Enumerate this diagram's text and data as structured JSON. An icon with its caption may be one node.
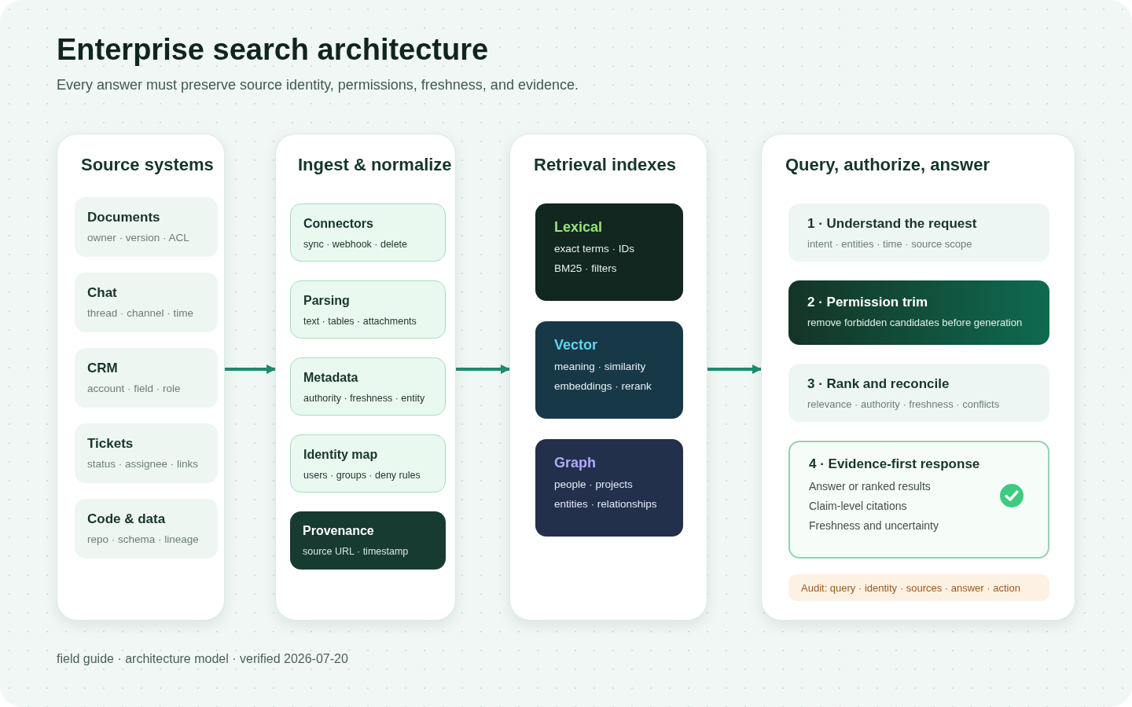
{
  "diagram": {
    "title": "Enterprise search architecture",
    "nodes": [
      {
        "text": [
          "Source systems"
        ]
      },
      {
        "text": [
          "Documents",
          "owner · version · ACL"
        ],
        "in": 0
      },
      {
        "text": [
          "Chat",
          "thread · channel · time"
        ],
        "in": 0
      },
      {
        "text": [
          "CRM",
          "account · field · role"
        ],
        "in": 0
      },
      {
        "text": [
          "Tickets",
          "status · assignee · links"
        ],
        "in": 0
      },
      {
        "text": [
          "Code & data",
          "repo · schema · lineage"
        ],
        "in": 0
      },
      {
        "text": [
          "Ingest & normalize"
        ]
      },
      {
        "text": [
          "Connectors",
          "sync · webhook · delete"
        ],
        "in": 6
      },
      {
        "text": [
          "Parsing",
          "text · tables · attachments"
        ],
        "in": 6
      },
      {
        "text": [
          "Metadata",
          "authority · freshness · entity"
        ],
        "in": 6
      },
      {
        "text": [
          "Identity map",
          "users · groups · deny rules"
        ],
        "in": 6
      },
      {
        "text": [
          "Provenance",
          "source URL · timestamp"
        ],
        "in": 6
      },
      {
        "text": [
          "Retrieval indexes"
        ]
      },
      {
        "text": [
          "Lexical",
          "exact terms · IDs",
          "BM25 · filters"
        ],
        "in": 12
      },
      {
        "text": [
          "Vector",
          "meaning · similarity",
          "embeddings · rerank"
        ],
        "in": 12
      },
      {
        "text": [
          "Graph",
          "people · projects",
          "entities · relationships"
        ],
        "in": 12
      },
      {
        "text": [
          "Query, authorize, answer"
        ]
      },
      {
        "text": [
          "1 · Understand the request",
          "intent · entities · time · source scope"
        ],
        "in": 16
      },
      {
        "text": [
          "2 · Permission trim",
          "remove forbidden candidates before generation"
        ],
        "in": 16
      },
      {
        "text": [
          "3 · Rank and reconcile",
          "relevance · authority · freshness · conflicts"
        ],
        "in": 16
      },
      {
        "text": [
          "4 · Evidence-first response",
          "Answer or ranked results",
          "Claim-level citations",
          "Freshness and uncertainty"
        ],
        "in": 16
      },
      {
        "text": [
          "Audit: query · identity · sources · answer · action"
        ],
        "in": 16
      }
    ],
    "edges": [
      {
        "from": 0,
        "to": 6,
        "arrow": "to"
      },
      {
        "from": 6,
        "to": 12,
        "arrow": "to"
      },
      {
        "from": 12,
        "to": 16,
        "arrow": "to"
      }
    ],
    "labels": [
      "Every answer must preserve source identity, permissions, freshness, and evidence.",
      "field guide · architecture model · verified 2026-07-20"
    ]
  }
}
